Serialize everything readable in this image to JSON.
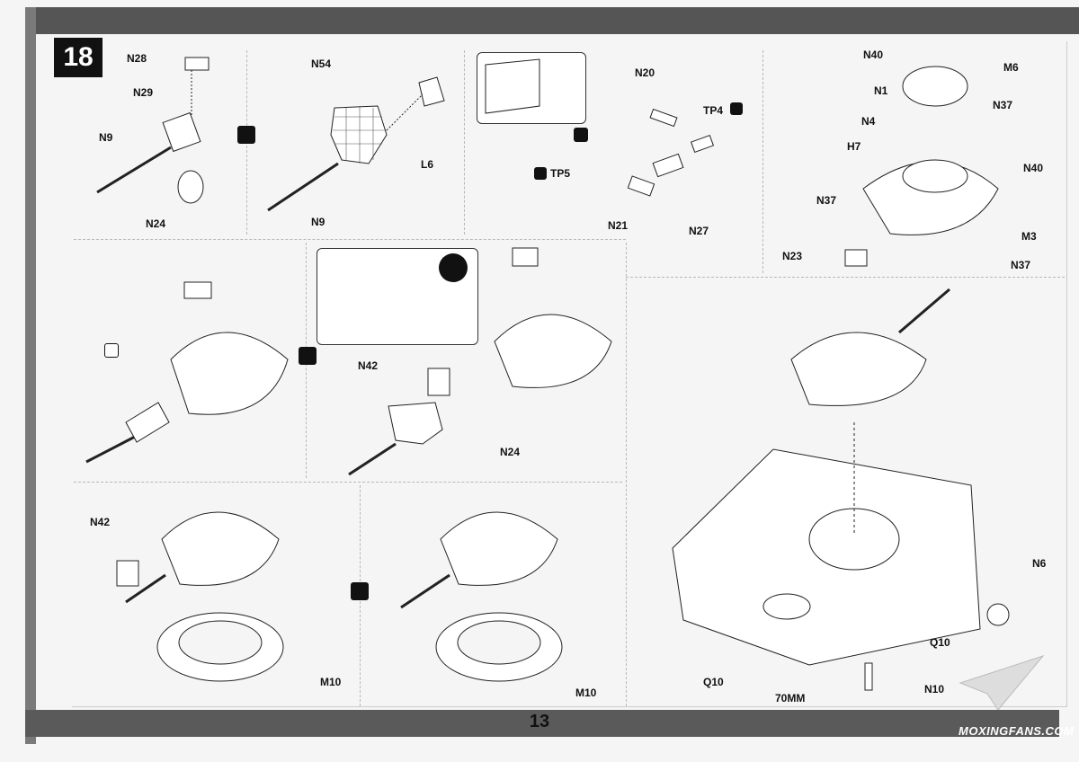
{
  "page": {
    "step_number": "18",
    "page_number": "13",
    "watermark": "MOXINGFANS.COM"
  },
  "labels": {
    "n28": "N28",
    "n29": "N29",
    "n9a": "N9",
    "n24a": "N24",
    "n54": "N54",
    "l6": "L6",
    "n9b": "N9",
    "n20": "N20",
    "tp4": "TP4",
    "tp5": "TP5",
    "n21": "N21",
    "n27": "N27",
    "n40a": "N40",
    "m6": "M6",
    "n1": "N1",
    "n37a": "N37",
    "n4": "N4",
    "h7": "H7",
    "n40b": "N40",
    "n37b": "N37",
    "m3": "M3",
    "n23": "N23",
    "n37c": "N37",
    "n42a": "N42",
    "n24b": "N24",
    "n42b": "N42",
    "m10a": "M10",
    "m10b": "M10",
    "n6": "N6",
    "q10a": "Q10",
    "q10b": "Q10",
    "n10": "N10",
    "mm70": "70MM"
  },
  "icons": {
    "alt_option": "yin-yang-icon",
    "heart_icon": "heart-option-icon",
    "zoom_icon": "magnifier-plus-icon",
    "remove_icon": "remove-cross-icon"
  },
  "colors": {
    "bar": "#555555",
    "ink": "#111111",
    "page": "#f5f5f5"
  }
}
